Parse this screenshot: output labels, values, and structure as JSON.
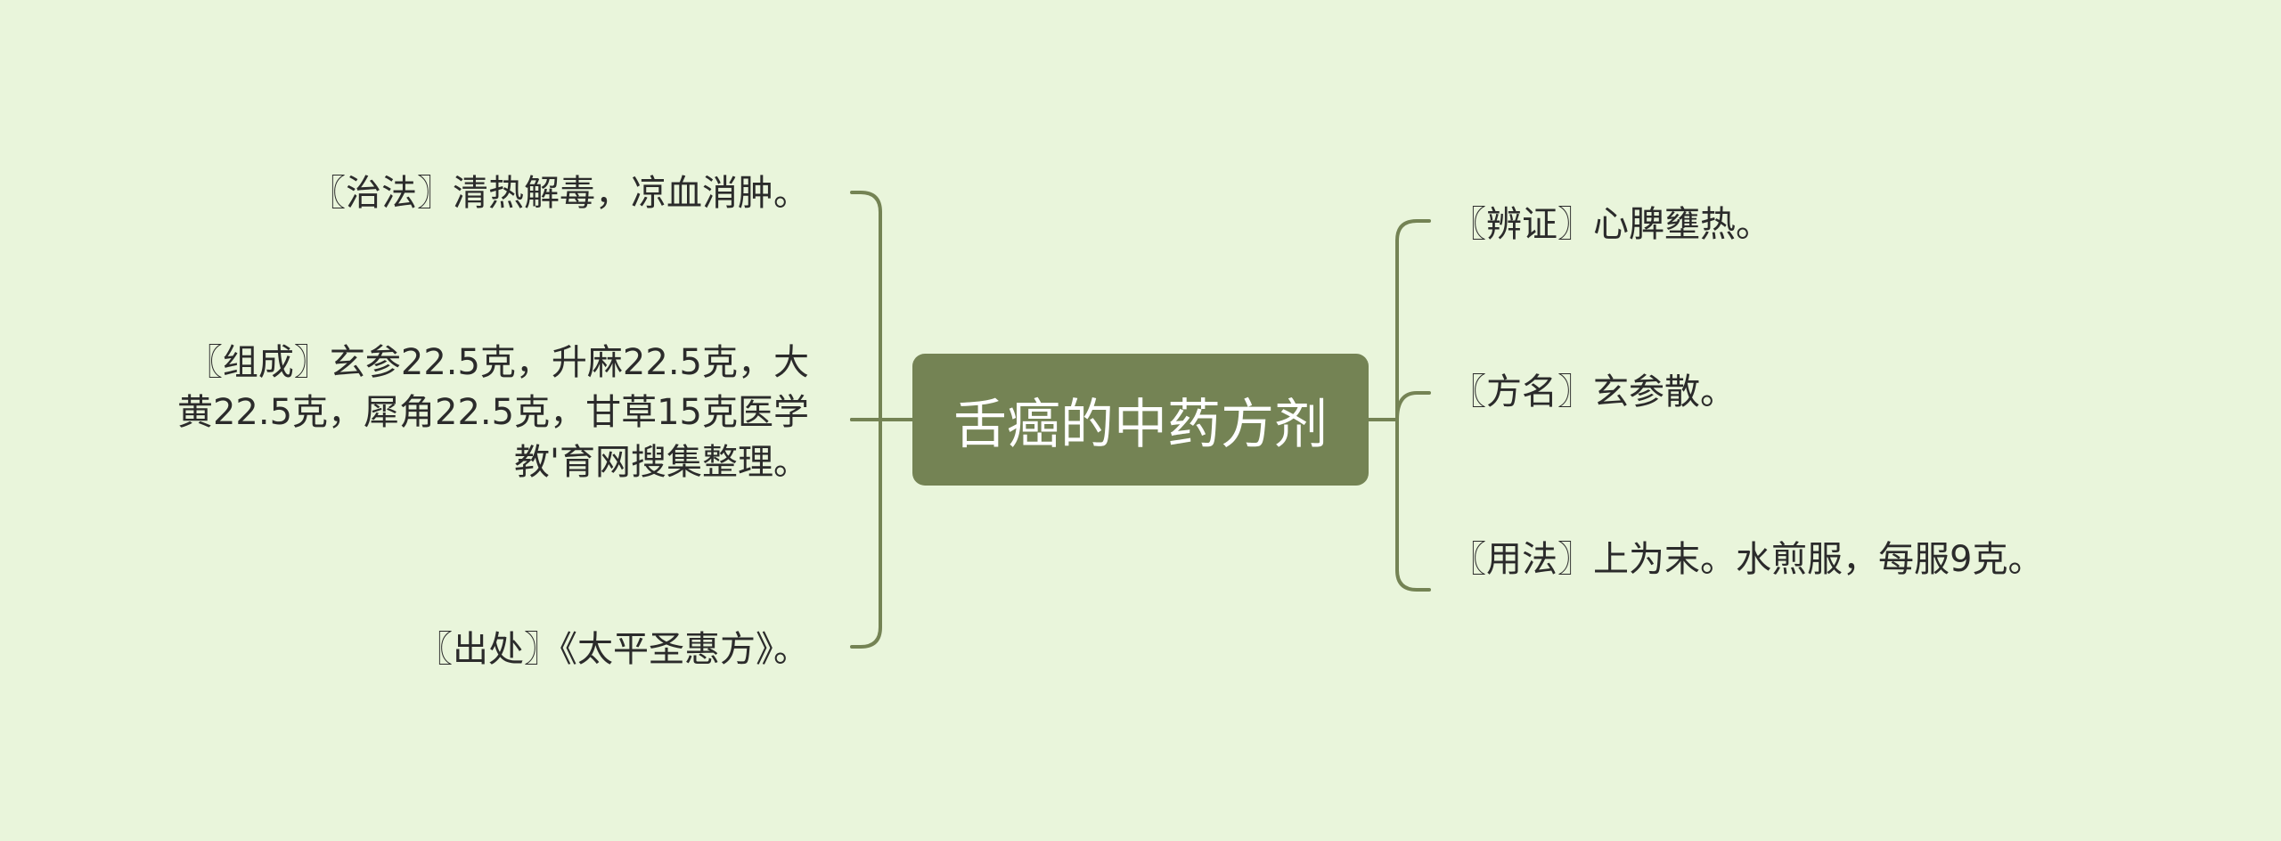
{
  "mindmap": {
    "central_topic": "舌癌的中药方剂",
    "left_branches": [
      "〖治法〗清热解毒，凉血消肿。",
      "〖组成〗玄参22.5克，升麻22.5克，大黄22.5克，犀角22.5克，甘草15克医学教'育网搜集整理。",
      "〖出处〗《太平圣惠方》。"
    ],
    "right_branches": [
      "〖辨证〗心脾壅热。",
      "〖方名〗玄参散。",
      "〖用法〗上为末。水煎服，每服9克。"
    ]
  },
  "colors": {
    "background": "#e9f5db",
    "node_fill": "#748354",
    "connector": "#748354",
    "central_text": "#ffffff",
    "leaf_text": "#2b2b2b"
  }
}
